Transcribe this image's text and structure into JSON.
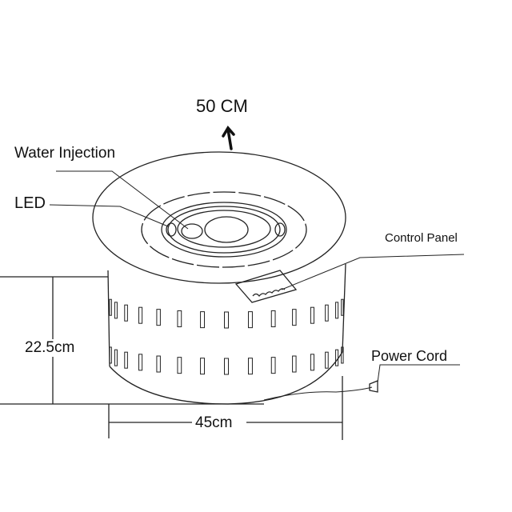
{
  "labels": {
    "top_diameter": "50 CM",
    "water_injection": "Water Injection",
    "led": "LED",
    "control_panel": "Control Panel",
    "power_cord": "Power Cord",
    "height": "22.5cm",
    "base_width": "45cm"
  },
  "colors": {
    "line": "#222222",
    "background": "#ffffff"
  }
}
